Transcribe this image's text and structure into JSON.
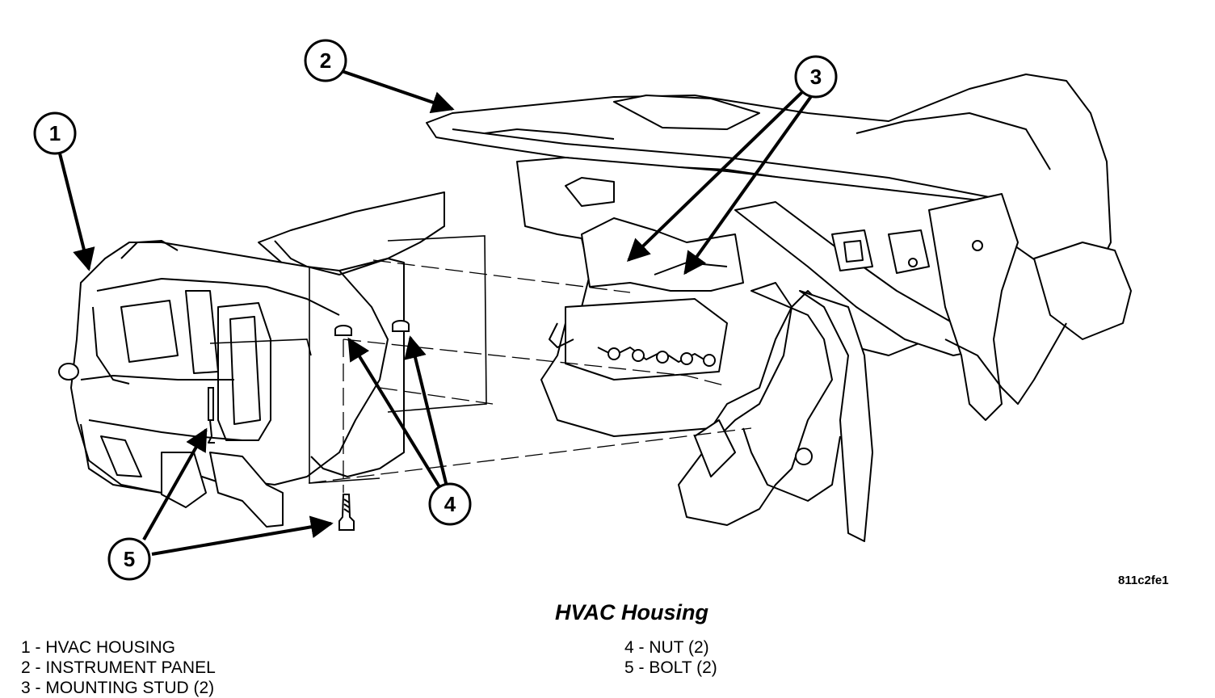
{
  "figure": {
    "caption": "HVAC Housing",
    "code": "811c2fe1",
    "callouts": [
      "1",
      "2",
      "3",
      "4",
      "5"
    ]
  },
  "legend": {
    "left": [
      "1 - HVAC HOUSING",
      "2 - INSTRUMENT PANEL",
      "3 - MOUNTING STUD (2)"
    ],
    "right": [
      "4 - NUT (2)",
      "5 - BOLT (2)"
    ]
  }
}
